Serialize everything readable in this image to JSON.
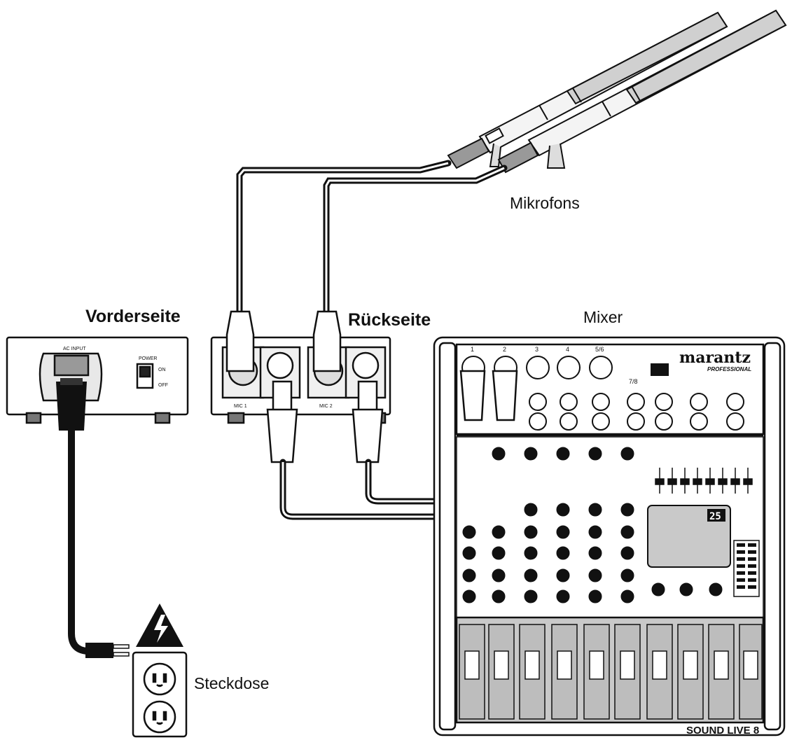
{
  "labels": {
    "front": "Vorderseite",
    "back": "Rückseite",
    "mixer": "Mixer",
    "mics": "Mikrofons",
    "outlet": "Steckdose"
  },
  "device_text": {
    "ac_input": "AC INPUT",
    "power": "POWER",
    "on": "ON",
    "off": "OFF",
    "mic1": "MIC 1",
    "mic2": "MIC 2",
    "brand": "marantz",
    "brand_sub": "PROFESSIONAL",
    "model": "SOUND LIVE 8",
    "display": "25"
  },
  "mixer_channels": [
    "1",
    "2",
    "3",
    "4",
    "5/6",
    "7/8"
  ],
  "icons": [
    "warning-lightning-icon",
    "power-outlet-icon"
  ],
  "colors": {
    "line": "#111111",
    "panel_gray": "#c9c9c9",
    "fader_gray": "#bdbdbd"
  }
}
